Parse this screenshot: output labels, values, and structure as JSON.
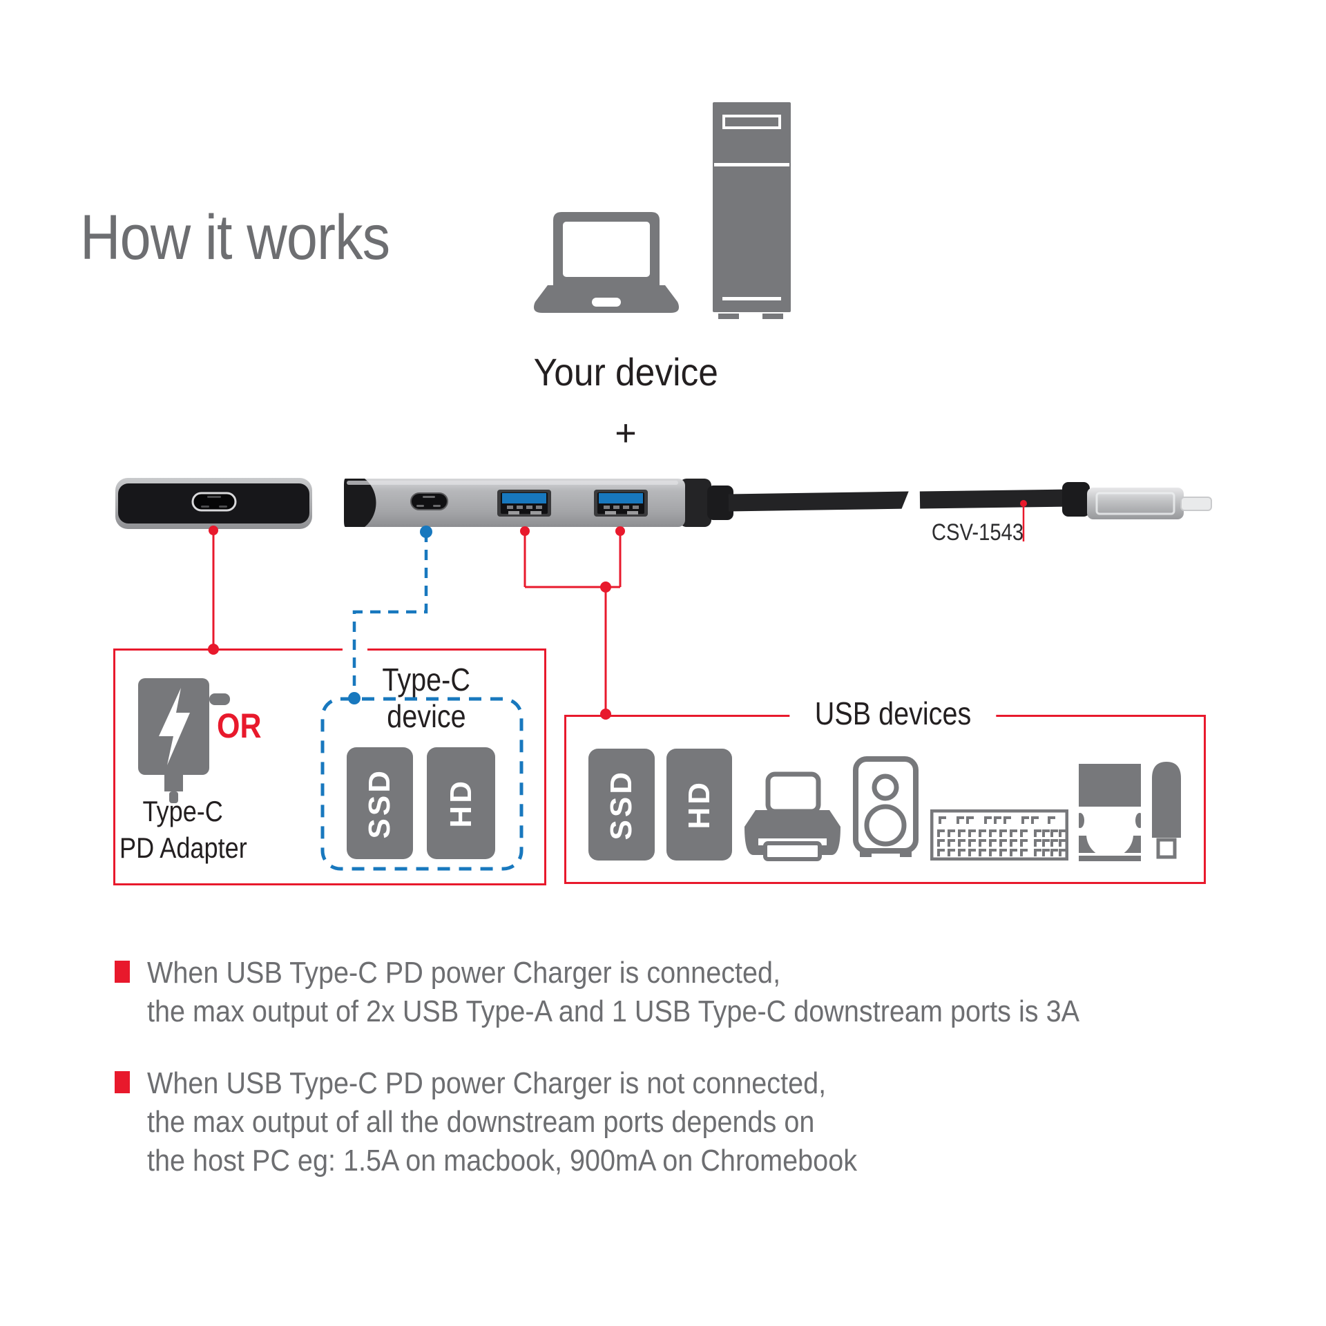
{
  "title": "How it works",
  "device_section": {
    "label": "Your device",
    "plus": "+"
  },
  "product": {
    "model": "CSV-1543"
  },
  "pd_adapter_box": {
    "or_label": "OR",
    "caption_line1": "Type-C",
    "caption_line2": "PD Adapter"
  },
  "type_c_device_box": {
    "caption_line1": "Type-C",
    "caption_line2": "device",
    "ssd_label": "SSD",
    "hd_label": "HD"
  },
  "usb_devices_box": {
    "title": "USB devices",
    "ssd_label": "SSD",
    "hd_label": "HD",
    "icons": [
      "ssd-drive",
      "hard-drive",
      "printer",
      "speaker",
      "keyboard",
      "media-player",
      "usb-flash-drive"
    ]
  },
  "notes": [
    {
      "lines": [
        "When USB Type-C PD power Charger is connected,",
        "the max output of 2x USB Type-A and 1 USB Type-C downstream ports is 3A"
      ]
    },
    {
      "lines": [
        "When USB Type-C PD power Charger is not connected,",
        "the max output of all the downstream ports depends on",
        "the host PC eg: 1.5A on macbook, 900mA on Chromebook"
      ]
    }
  ],
  "colors": {
    "red": "#e8192c",
    "blue": "#1878be",
    "icon_gray": "#77787b",
    "text_gray": "#6d6e71",
    "text_dark": "#231f20"
  }
}
